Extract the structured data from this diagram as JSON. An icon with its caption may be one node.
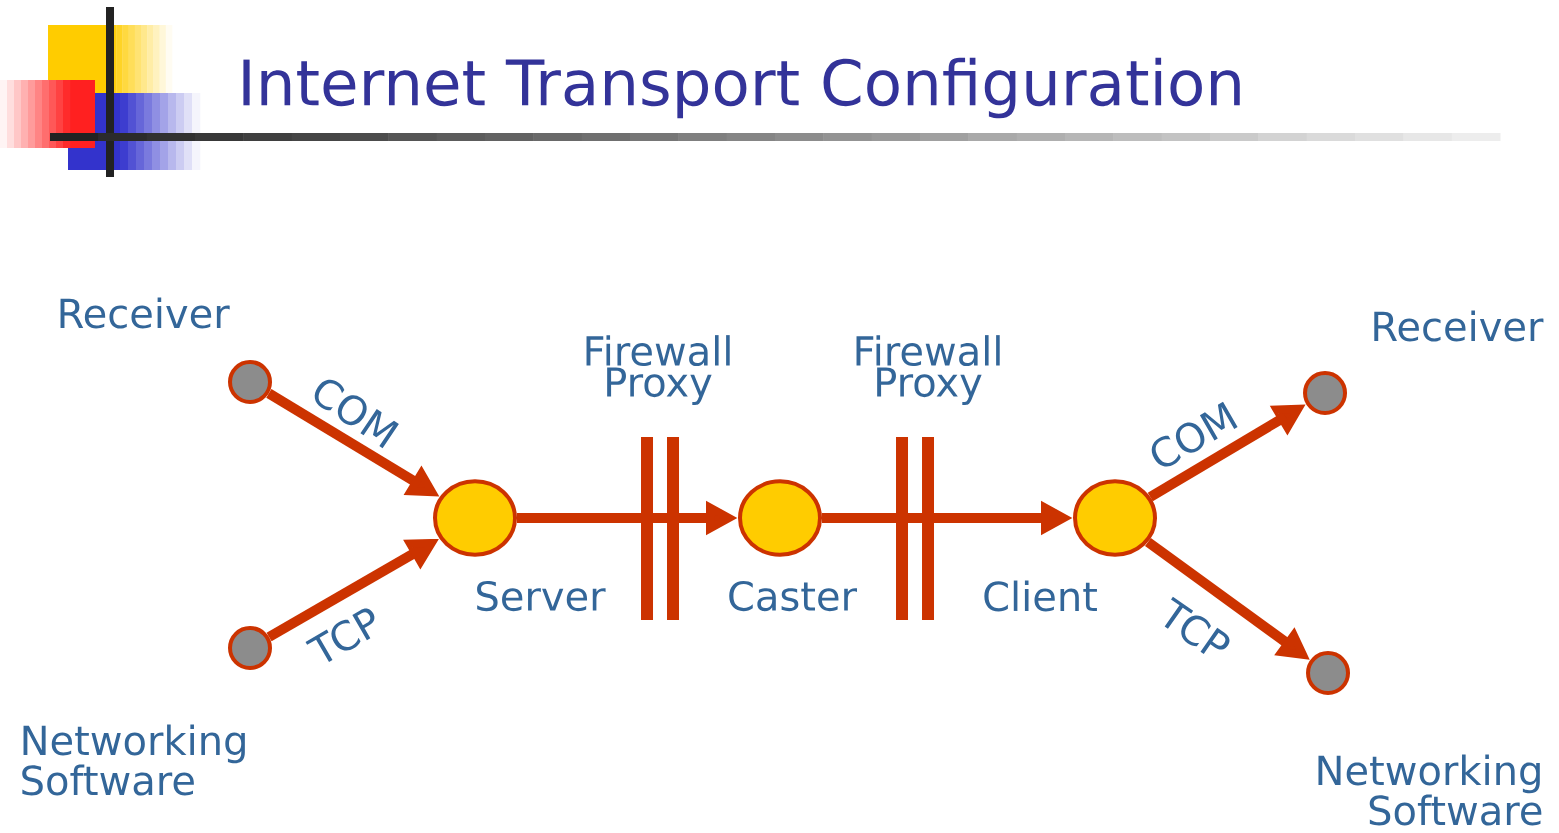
{
  "diagram": {
    "title": "Internet Transport Configuration",
    "nodes": [
      {
        "text": [],
        "shape": "circle",
        "beside": [
          "Receiver"
        ]
      },
      {
        "text": [],
        "shape": "circle",
        "beside": [
          "Networking Software"
        ]
      },
      {
        "text": [],
        "shape": "circle",
        "beside": [
          "Server"
        ]
      },
      {
        "text": [],
        "shape": "circle",
        "beside": [
          "Caster"
        ]
      },
      {
        "text": [],
        "shape": "circle",
        "beside": [
          "Client"
        ]
      },
      {
        "text": [],
        "shape": "circle",
        "beside": [
          "Receiver"
        ]
      },
      {
        "text": [],
        "shape": "circle",
        "beside": [
          "Networking Software"
        ]
      }
    ],
    "edges": [
      {
        "from": 0,
        "to": 2,
        "arrow": "to",
        "label": "COM"
      },
      {
        "from": 1,
        "to": 2,
        "arrow": "to",
        "label": "TCP"
      },
      {
        "from": 2,
        "to": 3,
        "arrow": "to"
      },
      {
        "from": 3,
        "to": 4,
        "arrow": "to"
      },
      {
        "from": 4,
        "to": 5,
        "arrow": "to",
        "label": "COM"
      },
      {
        "from": 4,
        "to": 6,
        "arrow": "to",
        "label": "TCP"
      }
    ],
    "labels": [
      "Firewall Proxy",
      "Firewall Proxy"
    ]
  }
}
